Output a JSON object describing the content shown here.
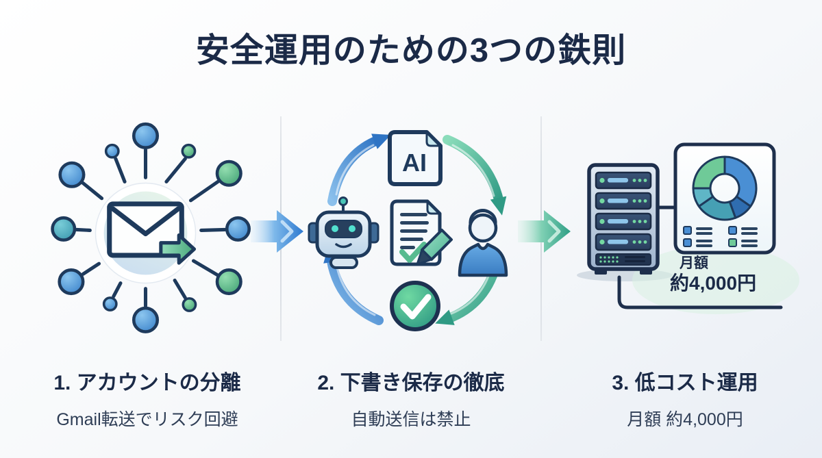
{
  "title": "安全運用のための3つの鉄則",
  "sections": [
    {
      "heading": "1. アカウントの分離",
      "subtitle": "Gmail転送でリスク回避",
      "icon": "email-forward-hub-icon"
    },
    {
      "heading": "2. 下書き保存の徹底",
      "subtitle": "自動送信は禁止",
      "icon": "ai-draft-review-cycle-icon",
      "ai_doc_label": "AI"
    },
    {
      "heading": "3. 低コスト運用",
      "subtitle": "月額 約4,000円",
      "icon": "server-cost-dashboard-icon",
      "callout": {
        "line1": "月額",
        "line2": "約4,000円"
      }
    }
  ],
  "colors": {
    "title_navy": "#1b2a47",
    "outline_navy": "#1e3a5c",
    "accent_blue": "#3f86cc",
    "accent_green": "#4aa87c",
    "accent_teal": "#3e9ab0"
  }
}
